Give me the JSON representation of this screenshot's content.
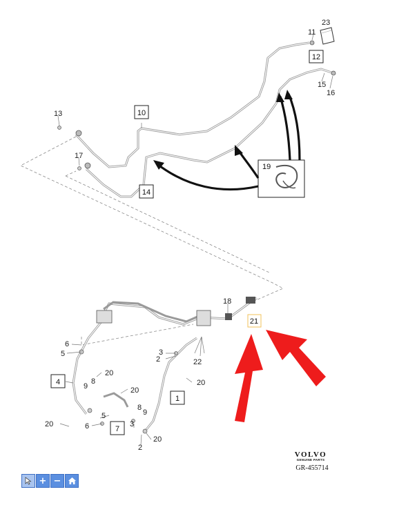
{
  "diagram": {
    "part_labels": {
      "p23": "23",
      "p11": "11",
      "p12": "12",
      "p15": "15",
      "p16": "16",
      "p13": "13",
      "p10": "10",
      "p17": "17",
      "p14": "14",
      "p19": "19",
      "p18": "18",
      "p21": "21",
      "p22": "22",
      "p6": "6",
      "p5a": "5",
      "p4": "4",
      "p9a": "9",
      "p8a": "8",
      "p20a": "20",
      "p20b": "20",
      "p20c": "20",
      "p20d": "20",
      "p20e": "20",
      "p5b": "5",
      "p6b": "6",
      "p7": "7",
      "p8b": "8",
      "p9b": "9",
      "p3a": "3",
      "p2a": "2",
      "p1": "1",
      "p3b": "3",
      "p2b": "2"
    }
  },
  "brand": {
    "name": "VOLVO",
    "tagline": "GENUINE PARTS",
    "code": "GR-455714"
  },
  "toolbar": {
    "select_icon": "cursor-icon",
    "zoom_in_icon": "plus-icon",
    "zoom_out_icon": "minus-icon",
    "home_icon": "home-icon",
    "zoom_in_label": "+",
    "zoom_out_label": "−"
  },
  "colors": {
    "highlight_box": "#f2c25a",
    "red_arrows": "#ee1c1c",
    "toolbar": "#5b8fe0"
  }
}
